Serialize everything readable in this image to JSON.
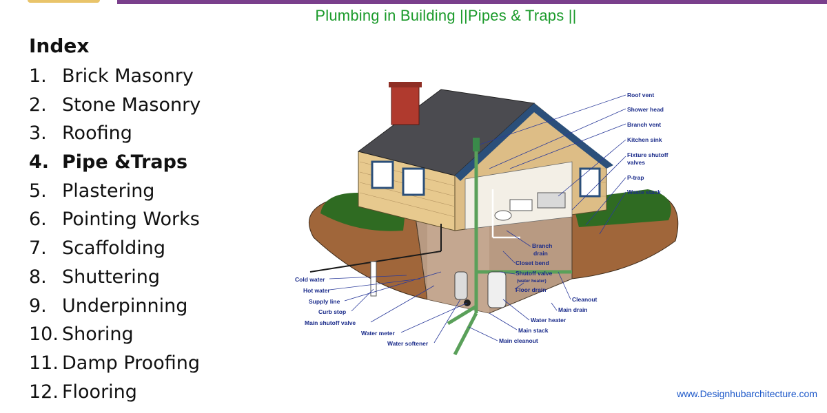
{
  "title": "Plumbing in Building ||Pipes & Traps  ||",
  "index": {
    "heading": "Index",
    "items": [
      {
        "num": "1.",
        "label": "Brick Masonry",
        "bold": false
      },
      {
        "num": "2.",
        "label": "Stone Masonry",
        "bold": false
      },
      {
        "num": "3.",
        "label": "Roofing",
        "bold": false
      },
      {
        "num": "4.",
        "label": "Pipe &Traps",
        "bold": true
      },
      {
        "num": "5.",
        "label": "Plastering",
        "bold": false
      },
      {
        "num": "6.",
        "label": "Pointing Works",
        "bold": false
      },
      {
        "num": "7.",
        "label": "Scaffolding",
        "bold": false
      },
      {
        "num": "8.",
        "label": "Shuttering",
        "bold": false
      },
      {
        "num": "9.",
        "label": "Underpinning",
        "bold": false
      },
      {
        "num": "10.",
        "label": "Shoring",
        "bold": false
      },
      {
        "num": "11.",
        "label": "Damp Proofing",
        "bold": false
      },
      {
        "num": "12.",
        "label": "Flooring",
        "bold": false
      }
    ]
  },
  "diagram_labels": {
    "roof_vent": "Roof vent",
    "shower_head": "Shower head",
    "branch_vent": "Branch vent",
    "kitchen_sink": "Kitchen sink",
    "fixture_shutoff_1": "Fixture shutoff",
    "fixture_shutoff_2": "valves",
    "p_trap": "P-trap",
    "waste_stack": "Waste stack",
    "branch_drain_1": "Branch",
    "branch_drain_2": "drain",
    "closet_bend": "Closet bend",
    "shutoff_valve_1": "Shutoff valve",
    "shutoff_valve_2": "(water heater)",
    "floor_drain": "Floor drain",
    "cleanout": "Cleanout",
    "main_drain": "Main drain",
    "water_heater": "Water heater",
    "main_stack": "Main stack",
    "main_cleanout": "Main cleanout",
    "cold_water": "Cold water",
    "hot_water": "Hot water",
    "supply_line": "Supply line",
    "curb_stop": "Curb stop",
    "main_shutoff_valve": "Main shutoff valve",
    "water_meter": "Water meter",
    "water_softener": "Water softener"
  },
  "footer": {
    "url": "www.Designhubarchitecture.com"
  }
}
